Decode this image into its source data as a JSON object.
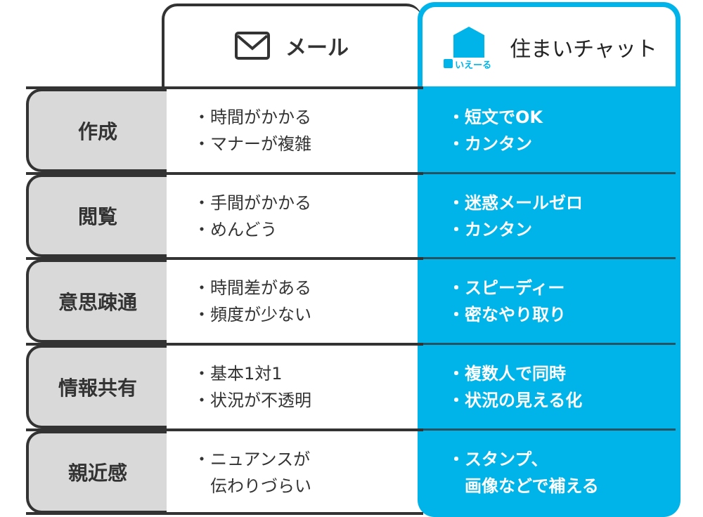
{
  "header": {
    "mail_label": "メール",
    "chat_logo_text": "いえーる",
    "chat_label": "住まいチャット",
    "accent": "#00b4e9"
  },
  "rows": [
    {
      "label": "作成",
      "mail": [
        "・時間がかかる",
        "・マナーが複雑"
      ],
      "chat": [
        "・短文でOK",
        "・カンタン"
      ]
    },
    {
      "label": "閲覧",
      "mail": [
        "・手間がかかる",
        "・めんどう"
      ],
      "chat": [
        "・迷惑メールゼロ",
        "・カンタン"
      ]
    },
    {
      "label": "意思疎通",
      "mail": [
        "・時間差がある",
        "・頻度が少ない"
      ],
      "chat": [
        "・スピーディー",
        "・密なやり取り"
      ]
    },
    {
      "label": "情報共有",
      "mail": [
        "・基本1対1",
        "・状況が不透明"
      ],
      "chat": [
        "・複数人で同時",
        "・状況の見える化"
      ]
    },
    {
      "label": "親近感",
      "mail": [
        "・ニュアンスが",
        "　伝わりづらい"
      ],
      "chat": [
        "・スタンプ、",
        "　画像などで補える"
      ]
    }
  ]
}
